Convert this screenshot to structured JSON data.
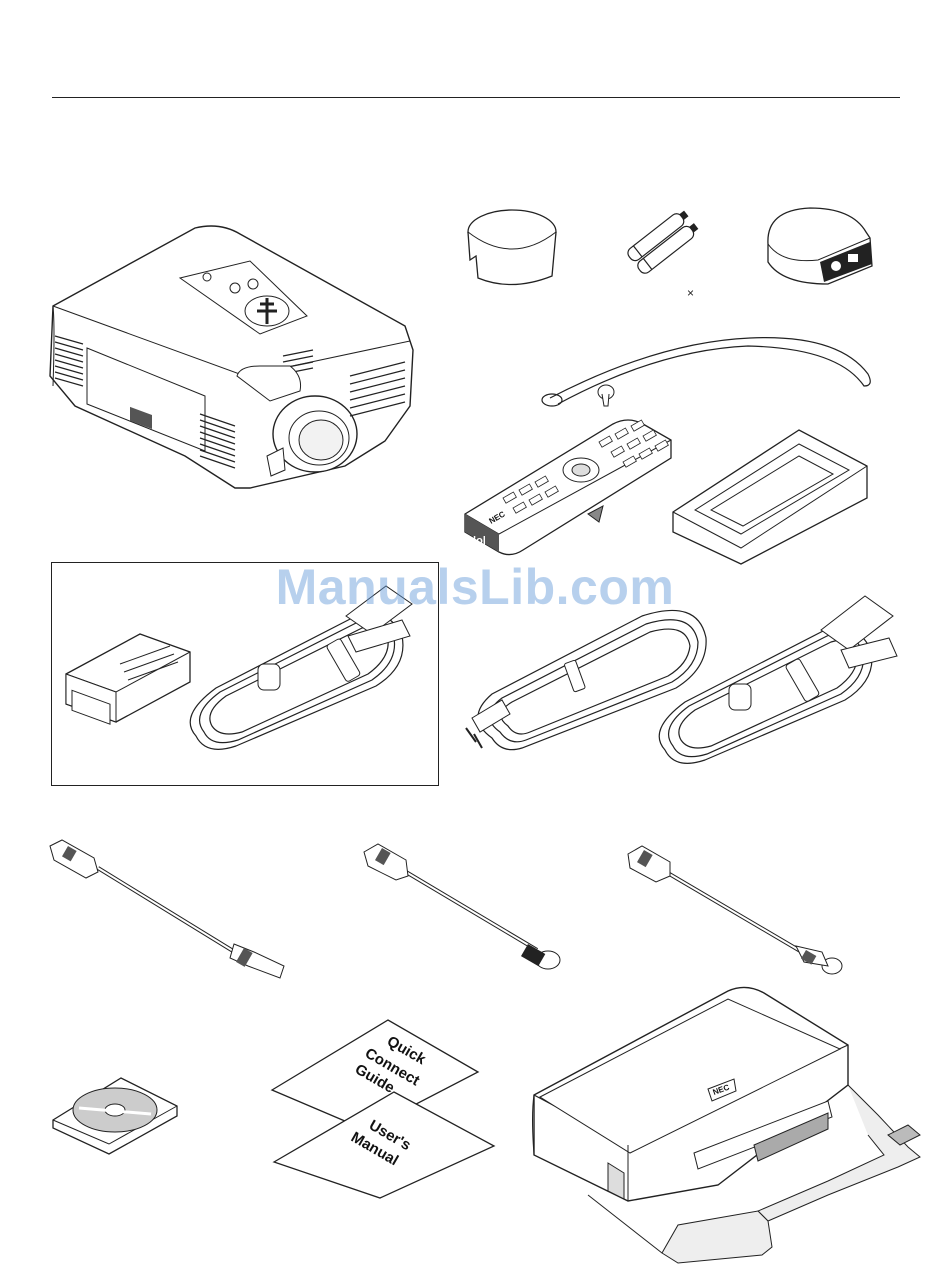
{
  "watermark": "ManualsLib.com",
  "quantity_mark": "×",
  "brand_mark": "NEC",
  "documents": {
    "quick_connect_guide": [
      "Quick",
      "Connect",
      "Guide"
    ],
    "users_manual": [
      "User's",
      "Manual"
    ]
  }
}
